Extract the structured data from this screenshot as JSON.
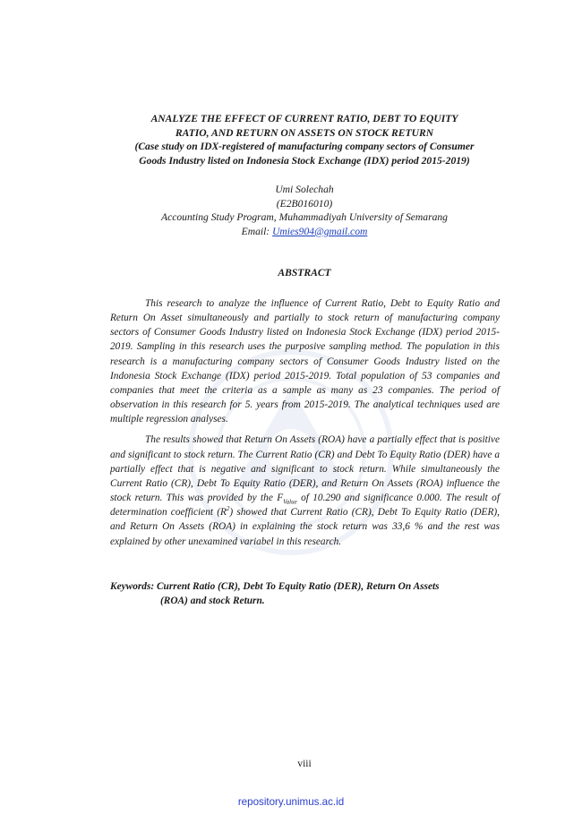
{
  "title": {
    "line1": "ANALYZE THE  EFFECT OF CURRENT RATIO, DEBT TO EQUITY",
    "line2": "RATIO, AND RETURN ON ASSETS ON STOCK RETURN",
    "line3": "(Case study on IDX-registered of  manufacturing company sectors of Consumer",
    "line4": "Goods Industry listed on Indonesia Stock Exchange (IDX) period 2015-2019)"
  },
  "author": {
    "name": "Umi Solechah",
    "id": "(E2B016010)",
    "affiliation": "Accounting Study Program, Muhammadiyah University of Semarang",
    "email_label": "Email: ",
    "email": "Umies904@gmail.com"
  },
  "abstract": {
    "heading": "ABSTRACT",
    "paragraph1": "This research to analyze the influence of Current Ratio, Debt to Equity Ratio and Return On Asset simultaneously and partially to stock return of manufacturing company sectors of Consumer Goods Industry listed on Indonesia Stock Exchange (IDX) period 2015-2019. Sampling in this research uses the purposive sampling method. The population in this research is a manufacturing company sectors of Consumer Goods Industry listed on the Indonesia Stock Exchange (IDX) period 2015-2019. Total population of 53 companies and companies that meet the criteria as a sample as many as 23 companies. The period of observation in this research for 5. years from 2015-2019. The analytical techniques used are multiple regression analyses.",
    "p2_part1": "The results showed that Return On Assets (ROA) have a partially effect that is positive and significant to stock return. The Current Ratio (CR) and Debt To Equity Ratio (DER) have a partially effect that is negative and significant to stock return. While simultaneously the Current Ratio (CR), Debt To Equity Ratio (DER), and  Return On Assets (ROA) influence the stock return. This was provided by the F",
    "p2_sub": "Value",
    "p2_part2": " of 10.290 and significance 0.000.  The result of determination coefficient (R",
    "p2_sup": "2",
    "p2_part3": ") showed that Current Ratio (CR), Debt To Equity Ratio (DER), and Return On Assets (ROA) in explaining the stock return was 33,6 % and the rest was explained by other unexamined variabel in this research."
  },
  "keywords": {
    "line1": "Keywords: Current Ratio (CR), Debt To Equity Ratio (DER), Return On Assets",
    "line2": "(ROA) and stock Return."
  },
  "page_number": "viii",
  "footer": "repository.unimus.ac.id"
}
